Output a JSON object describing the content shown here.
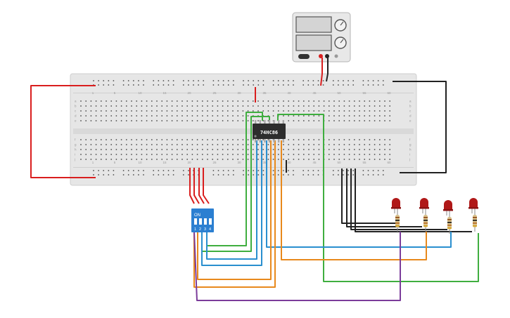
{
  "colors": {
    "red": "#d91e1e",
    "black": "#222222",
    "green": "#3fae3f",
    "blue": "#2a8fcf",
    "orange": "#e8891c",
    "purple": "#7b3c9a",
    "breadboard": "#e6e6e6",
    "led": "#b01818",
    "dip_switch": "#2b7fd1",
    "chip": "#2d2d2d"
  },
  "chip": {
    "label": "74HC86"
  },
  "dip_switch": {
    "label": "ON",
    "numbers": [
      "1",
      "2",
      "3",
      "4"
    ]
  },
  "breadboard": {
    "column_numbers": [
      "1",
      "5",
      "10",
      "15",
      "20",
      "25",
      "30",
      "35",
      "40",
      "45",
      "50",
      "55",
      "60"
    ],
    "row_letters_top": [
      "a",
      "b",
      "c",
      "d",
      "e"
    ],
    "row_letters_bottom": [
      "f",
      "g",
      "h",
      "i",
      "j"
    ]
  },
  "power_supply": {
    "icons": [
      "display-icon",
      "knob-icon"
    ]
  },
  "leds": {
    "count": 4,
    "color_name": "red"
  }
}
